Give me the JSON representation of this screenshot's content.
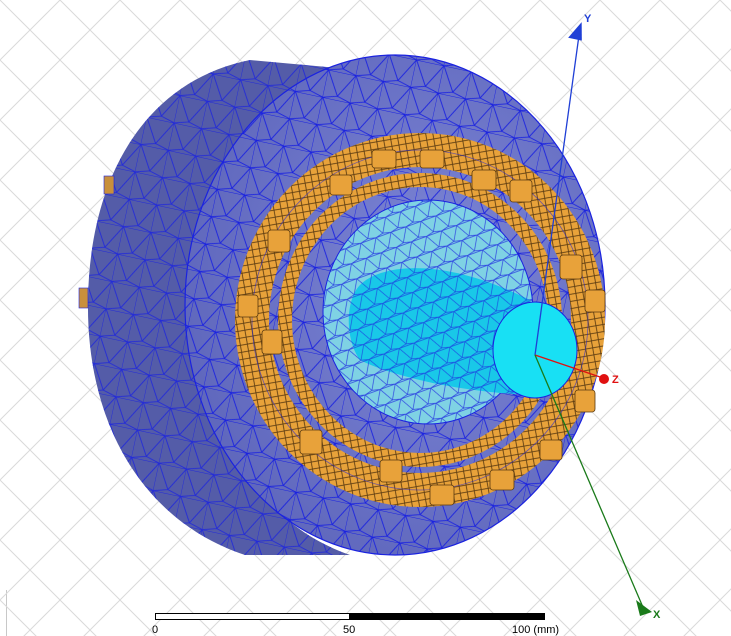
{
  "axes": {
    "y_label": "Y",
    "z_label": "Z",
    "x_label": "X",
    "y_color": "#1f3fd6",
    "z_color": "#e01010",
    "x_color": "#1a7a1a"
  },
  "scale_bar": {
    "tick_0": "0",
    "tick_50": "50",
    "tick_100": "100 (mm)"
  },
  "colors": {
    "stator": "#6b74c8",
    "stator_dark": "#4f579e",
    "mesh": "#1a22e0",
    "winding": "#e8a23a",
    "rotor": "#7fd4e6",
    "shaft": "#18d8f0",
    "background_grid": "#d6d6d6"
  }
}
